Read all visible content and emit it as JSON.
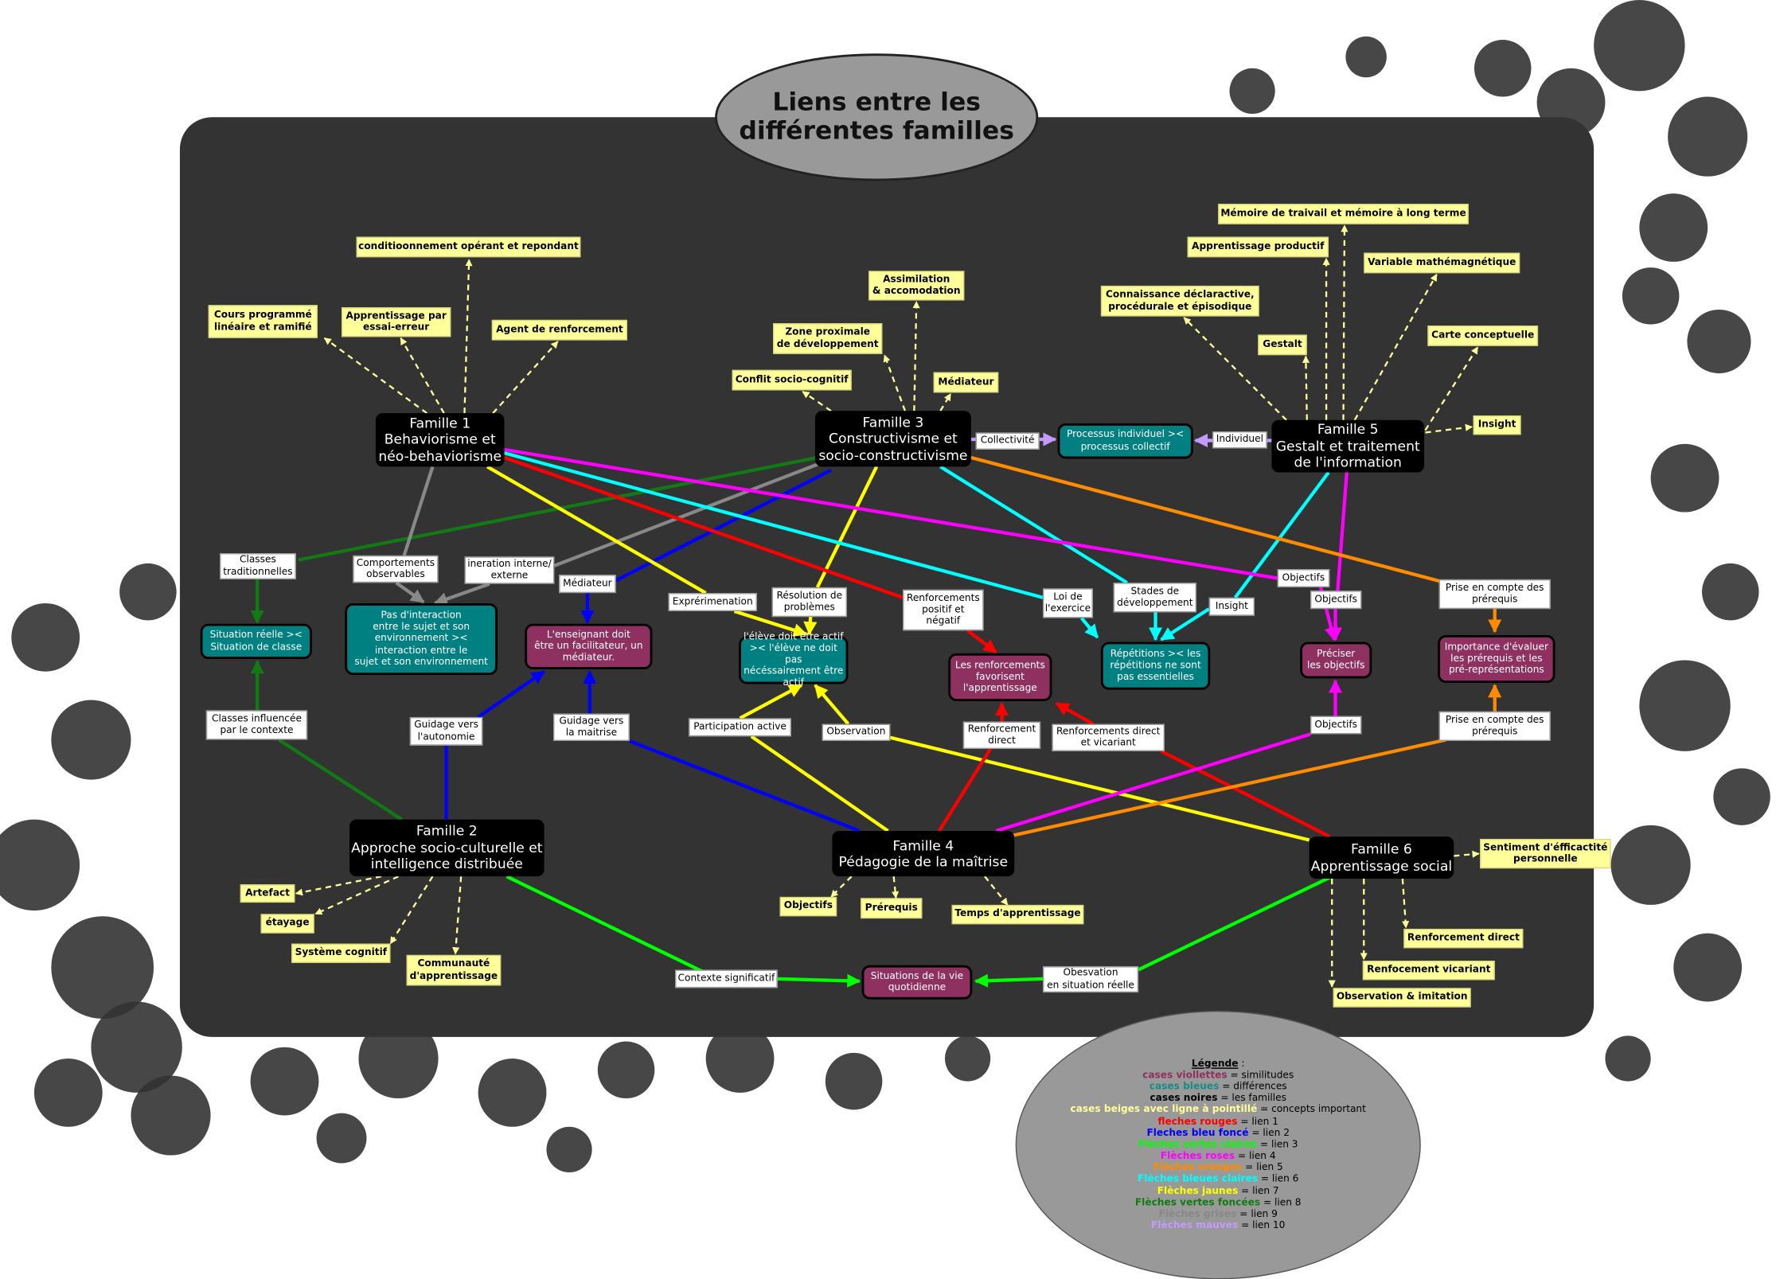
{
  "title": "Liens entre les\ndifférentes familles",
  "families": {
    "f1": "Famille 1\nBehaviorisme et\nnéo-behaviorisme",
    "f2": "Famille 2\nApproche socio-culturelle et\nintelligence distribuée",
    "f3": "Famille 3\nConstructivisme et\nsocio-constructivisme",
    "f4": "Famille 4\nPédagogie de la maîtrise",
    "f5": "Famille 5\nGestalt et traitement\nde l'information",
    "f6": "Famille 6\nApprentissage social"
  },
  "concepts": {
    "f1": [
      "conditioonnement opérant et repondant",
      "Cours programmé\nlinéaire et ramifié",
      "Apprentissage par\nessai-erreur",
      "Agent de renforcement"
    ],
    "f3": [
      "Assimilation\n& accomodation",
      "Zone proximale\nde développement",
      "Conflit socio-cognitif",
      "Médiateur"
    ],
    "f5": [
      "Mémoire de traivail et mémoire à long terme",
      "Apprentissage productif",
      "Variable mathémagnétique",
      "Connaissance déclaractive,\nprocédurale et épisodique",
      "Gestalt",
      "Carte conceptuelle",
      "Insight"
    ],
    "f2": [
      "Artefact",
      "étayage",
      "Système cognitif",
      "Communauté\nd'apprentissage"
    ],
    "f4": [
      "Objectifs",
      "Prérequis",
      "Temps d'apprentissage"
    ],
    "f6": [
      "Sentiment d'éfficactité\npersonnelle",
      "Renforcement direct",
      "Renfocement vicariant",
      "Observation & imitation"
    ]
  },
  "differences": [
    "Situation réelle ><\nSituation de classe",
    "Pas d'interaction\nentre le sujet et son\nenvironnement ><\ninteraction entre le\nsujet et son environnement",
    "l'élève doit être actif\n>< l'élève ne doit pas\nnécéssairement être actif",
    "Processus individuel ><\nprocessus collectif",
    "Répétitions >< les\nrépétitions ne sont\npas essentielles"
  ],
  "similarities": [
    "L'enseignant doit\nêtre un facilitateur, un\nmédiateur.",
    "Les renforcements\nfavorisent\nl'apprentissage",
    "Préciser\nles objectifs",
    "Importance d'évaluer\nles prérequis et les\npré-représentations",
    "Situations de la vie\nquotidienne"
  ],
  "link_labels": [
    "Classes\ntraditionnelles",
    "Comportements\nobservables",
    "ineration interne/\nexterne",
    "Médiateur",
    "Exprérimenation",
    "Résolution de\nproblèmes",
    "Renforcements\npositif et\nnégatif",
    "Loi de\nl'exercice",
    "Stades de\ndéveloppement",
    "Insight",
    "Objectifs",
    "Objectifs",
    "Prise en compte des\nprérequis",
    "Collectivité",
    "Individuel",
    "Classes influencée\npar le contexte",
    "Guidage vers\nl'autonomie",
    "Guidage vers\nla maitrise",
    "Participation active",
    "Observation",
    "Renforcement\ndirect",
    "Renforcements direct\net vicariant",
    "Objectifs",
    "Prise en compte des\nprérequis",
    "Contexte significatif",
    "Obesvation\nen situation réelle"
  ],
  "legend": {
    "title": "Légende",
    "sep": " :",
    "rows": [
      {
        "key": "cases viollettes",
        "value": " = similitudes",
        "color": "#8e3060"
      },
      {
        "key": "cases bleues",
        "value": " = différences",
        "color": "#1a8a8a"
      },
      {
        "key": "cases noires",
        "value": " = les familles",
        "color": "#000000"
      },
      {
        "key": "cases beiges avec ligne à pointillé",
        "value": " = concepts important",
        "color": "#ffff99"
      },
      {
        "key": "fleches rouges",
        "value": " = lien 1",
        "color": "#ff0000"
      },
      {
        "key": "Fleches bleu foncé",
        "value": " = lien 2",
        "color": "#0000ff"
      },
      {
        "key": "Flèches vertes claires",
        "value": " = lien 3",
        "color": "#00ff00"
      },
      {
        "key": "Flèches roses",
        "value": " = lien 4",
        "color": "#ff00ff"
      },
      {
        "key": "Flèches oranges",
        "value": " = lien 5",
        "color": "#ff8c00"
      },
      {
        "key": "Flèches bleues claires",
        "value": " = lien 6",
        "color": "#00ffff"
      },
      {
        "key": "Flèches jaunes",
        "value": " = lien 7",
        "color": "#ffff00"
      },
      {
        "key": "Flèches vertes foncées",
        "value": " = lien 8",
        "color": "#127a12"
      },
      {
        "key": "Flèches grises",
        "value": " = lien 9",
        "color": "#888888"
      },
      {
        "key": "Flèches mauves",
        "value": " = lien 10",
        "color": "#c59aff"
      }
    ]
  },
  "colors": {
    "panel": "#333333",
    "concept_line": "#ffff99",
    "red": "#ff0000",
    "blue": "#0000ff",
    "lightgreen": "#00ff00",
    "pink": "#ff00ff",
    "orange": "#ff8c00",
    "cyan": "#00ffff",
    "yellow": "#ffff00",
    "darkgreen": "#127a12",
    "gray": "#888888",
    "mauve": "#c59aff"
  }
}
